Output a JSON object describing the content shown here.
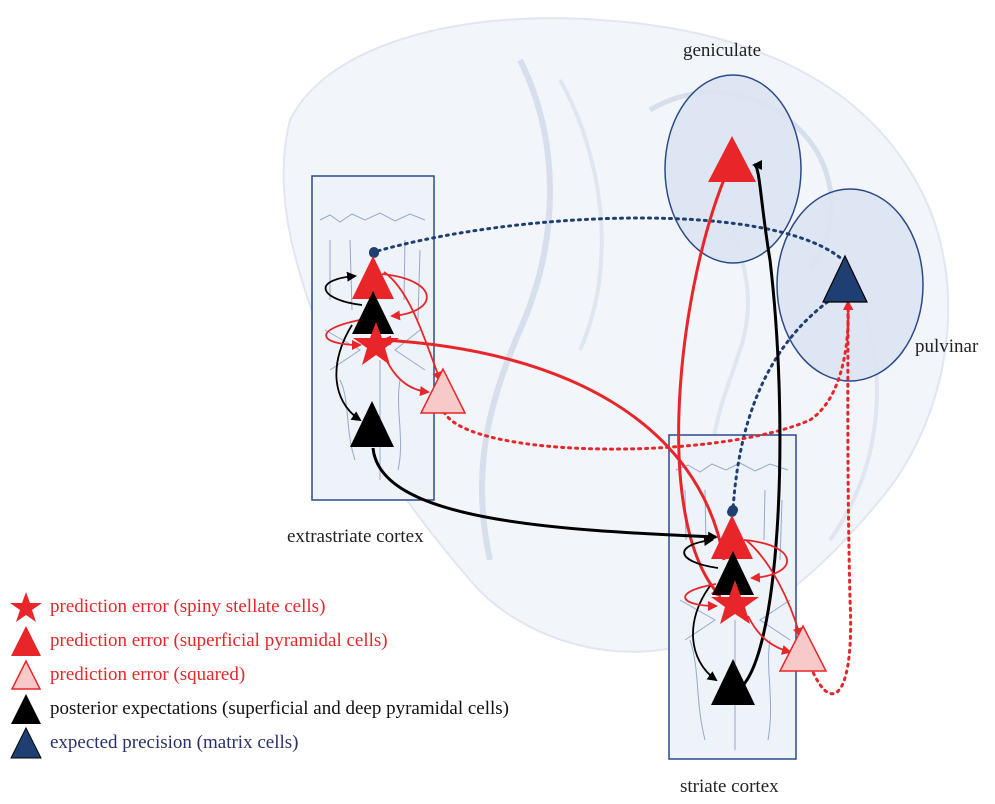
{
  "regions": {
    "geniculate": "geniculate",
    "pulvinar": "pulvinar",
    "extrastriate": "extrastriate cortex",
    "striate": "striate cortex"
  },
  "legend": [
    {
      "icon": "red-star-icon",
      "label": "prediction error (spiny stellate cells)",
      "color": "#e8262a"
    },
    {
      "icon": "red-triangle-icon",
      "label": "prediction error (superficial pyramidal cells)",
      "color": "#e8262a"
    },
    {
      "icon": "pink-triangle-icon",
      "label": "prediction error (squared)",
      "color": "#e8262a"
    },
    {
      "icon": "black-triangle-icon",
      "label": "posterior expectations (superficial and deep pyramidal cells)",
      "color": "#111111"
    },
    {
      "icon": "navy-triangle-icon",
      "label": "expected precision (matrix cells)",
      "color": "#2b2f6b"
    }
  ],
  "colors": {
    "error": "#e8262a",
    "error_light": "#f7c9c9",
    "expectation": "#000000",
    "precision": "#1f3f73",
    "region_fill": "#dde4f2",
    "region_stroke": "#2b4a8a"
  }
}
